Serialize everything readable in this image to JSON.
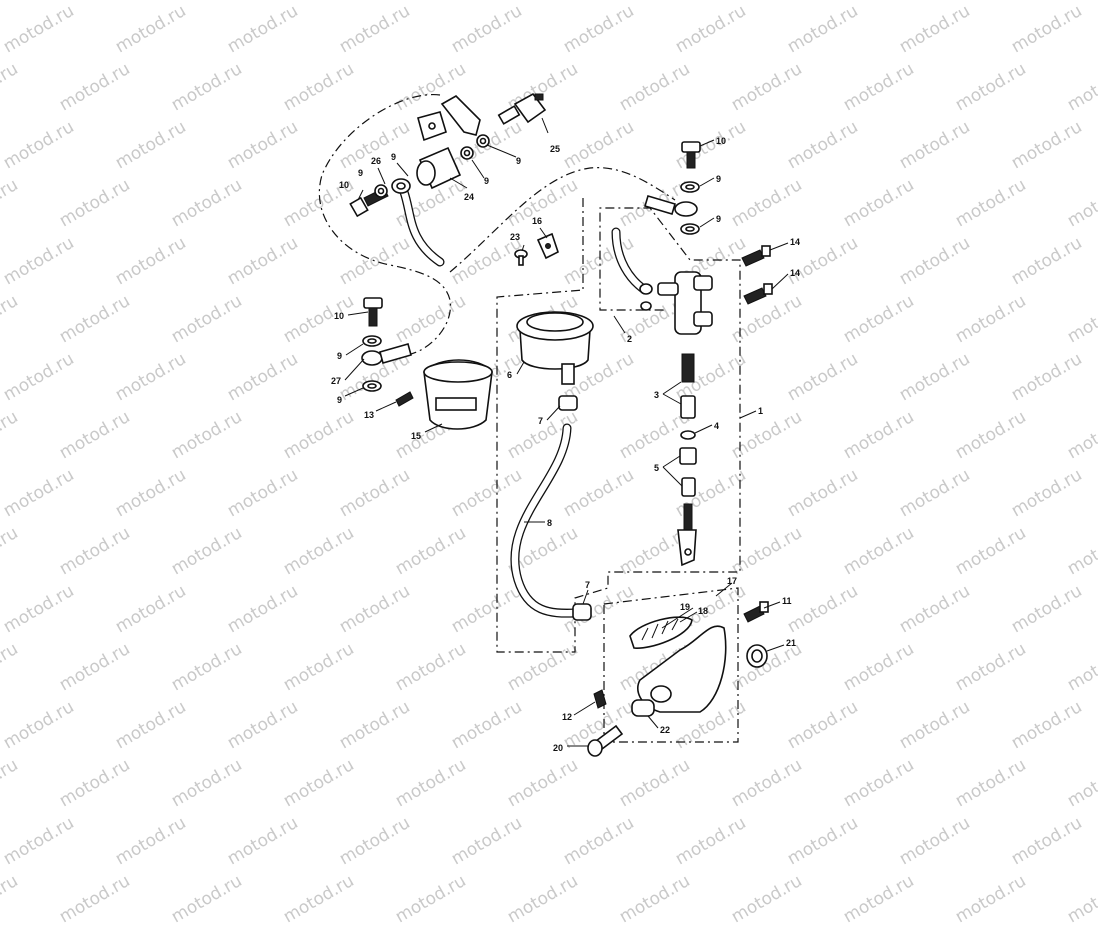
{
  "watermark": {
    "text": "motod.ru",
    "color": "#c9c9c9"
  },
  "diagram": {
    "type": "exploded-parts-diagram",
    "callouts": [
      "1",
      "2",
      "3",
      "4",
      "5",
      "6",
      "7",
      "8",
      "9",
      "10",
      "11",
      "12",
      "13",
      "14",
      "15",
      "16",
      "17",
      "18",
      "19",
      "20",
      "21",
      "22",
      "23",
      "24",
      "25",
      "26",
      "27"
    ]
  }
}
